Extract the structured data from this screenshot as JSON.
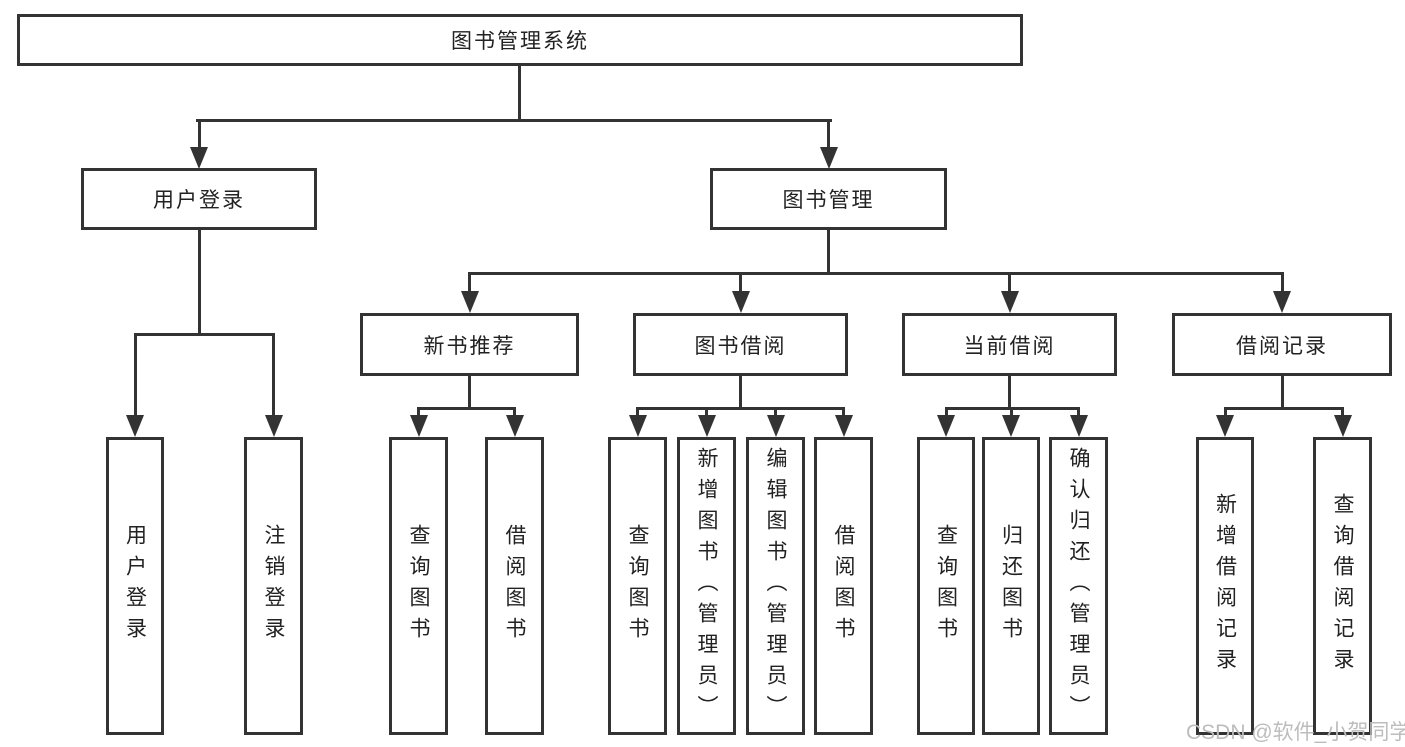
{
  "diagram": {
    "root": {
      "label": "图书管理系统"
    },
    "level2": [
      {
        "label": "用户登录"
      },
      {
        "label": "图书管理"
      }
    ],
    "level3": [
      {
        "label": "新书推荐"
      },
      {
        "label": "图书借阅"
      },
      {
        "label": "当前借阅"
      },
      {
        "label": "借阅记录"
      }
    ],
    "leaves": [
      {
        "label": "用户登录"
      },
      {
        "label": "注销登录"
      },
      {
        "label": "查询图书"
      },
      {
        "label": "借阅图书"
      },
      {
        "label": "查询图书"
      },
      {
        "label": "新增图书（管理员）"
      },
      {
        "label": "编辑图书（管理员）"
      },
      {
        "label": "借阅图书"
      },
      {
        "label": "查询图书"
      },
      {
        "label": "归还图书"
      },
      {
        "label": "确认归还（管理员）"
      },
      {
        "label": "新增借阅记录"
      },
      {
        "label": "查询借阅记录"
      }
    ]
  },
  "watermark": {
    "text": "CSDN @软件_小贺同学"
  },
  "colors": {
    "line": "#333333",
    "text": "#222222",
    "watermark": "#bdbdbd",
    "background": "#ffffff"
  }
}
